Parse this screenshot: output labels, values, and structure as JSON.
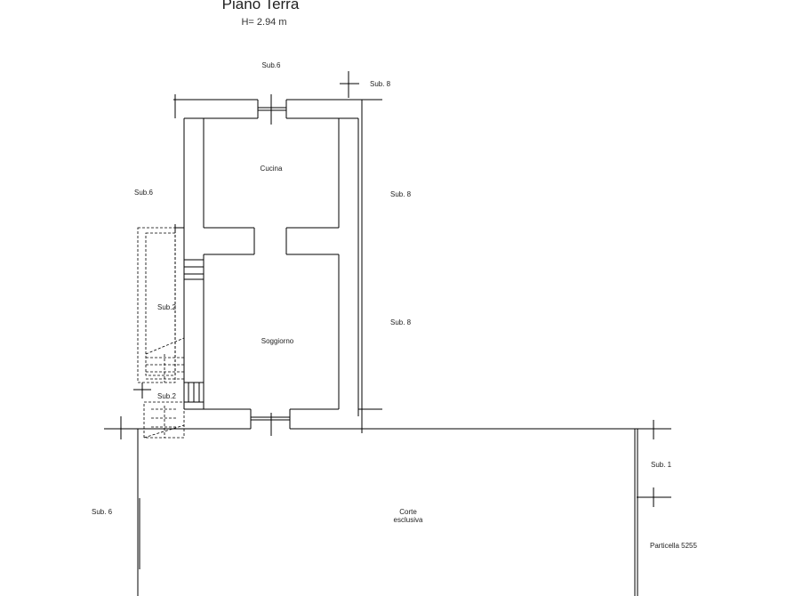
{
  "header": {
    "title": "Piano Terra",
    "height_note": "H= 2.94 m"
  },
  "rooms": {
    "kitchen": "Cucina",
    "living": "Soggiorno",
    "courtyard_line1": "Corte",
    "courtyard_line2": "esclusiva"
  },
  "neighbors": {
    "top": "Sub.6",
    "top_right": "Sub. 8",
    "left_upper": "Sub.6",
    "right_upper": "Sub. 8",
    "stair_upper": "Sub.2",
    "right_lower": "Sub. 8",
    "stair_lower": "Sub.2",
    "right_far": "Sub. 1",
    "left_bottom": "Sub. 6",
    "parcel": "Particella 5255"
  }
}
